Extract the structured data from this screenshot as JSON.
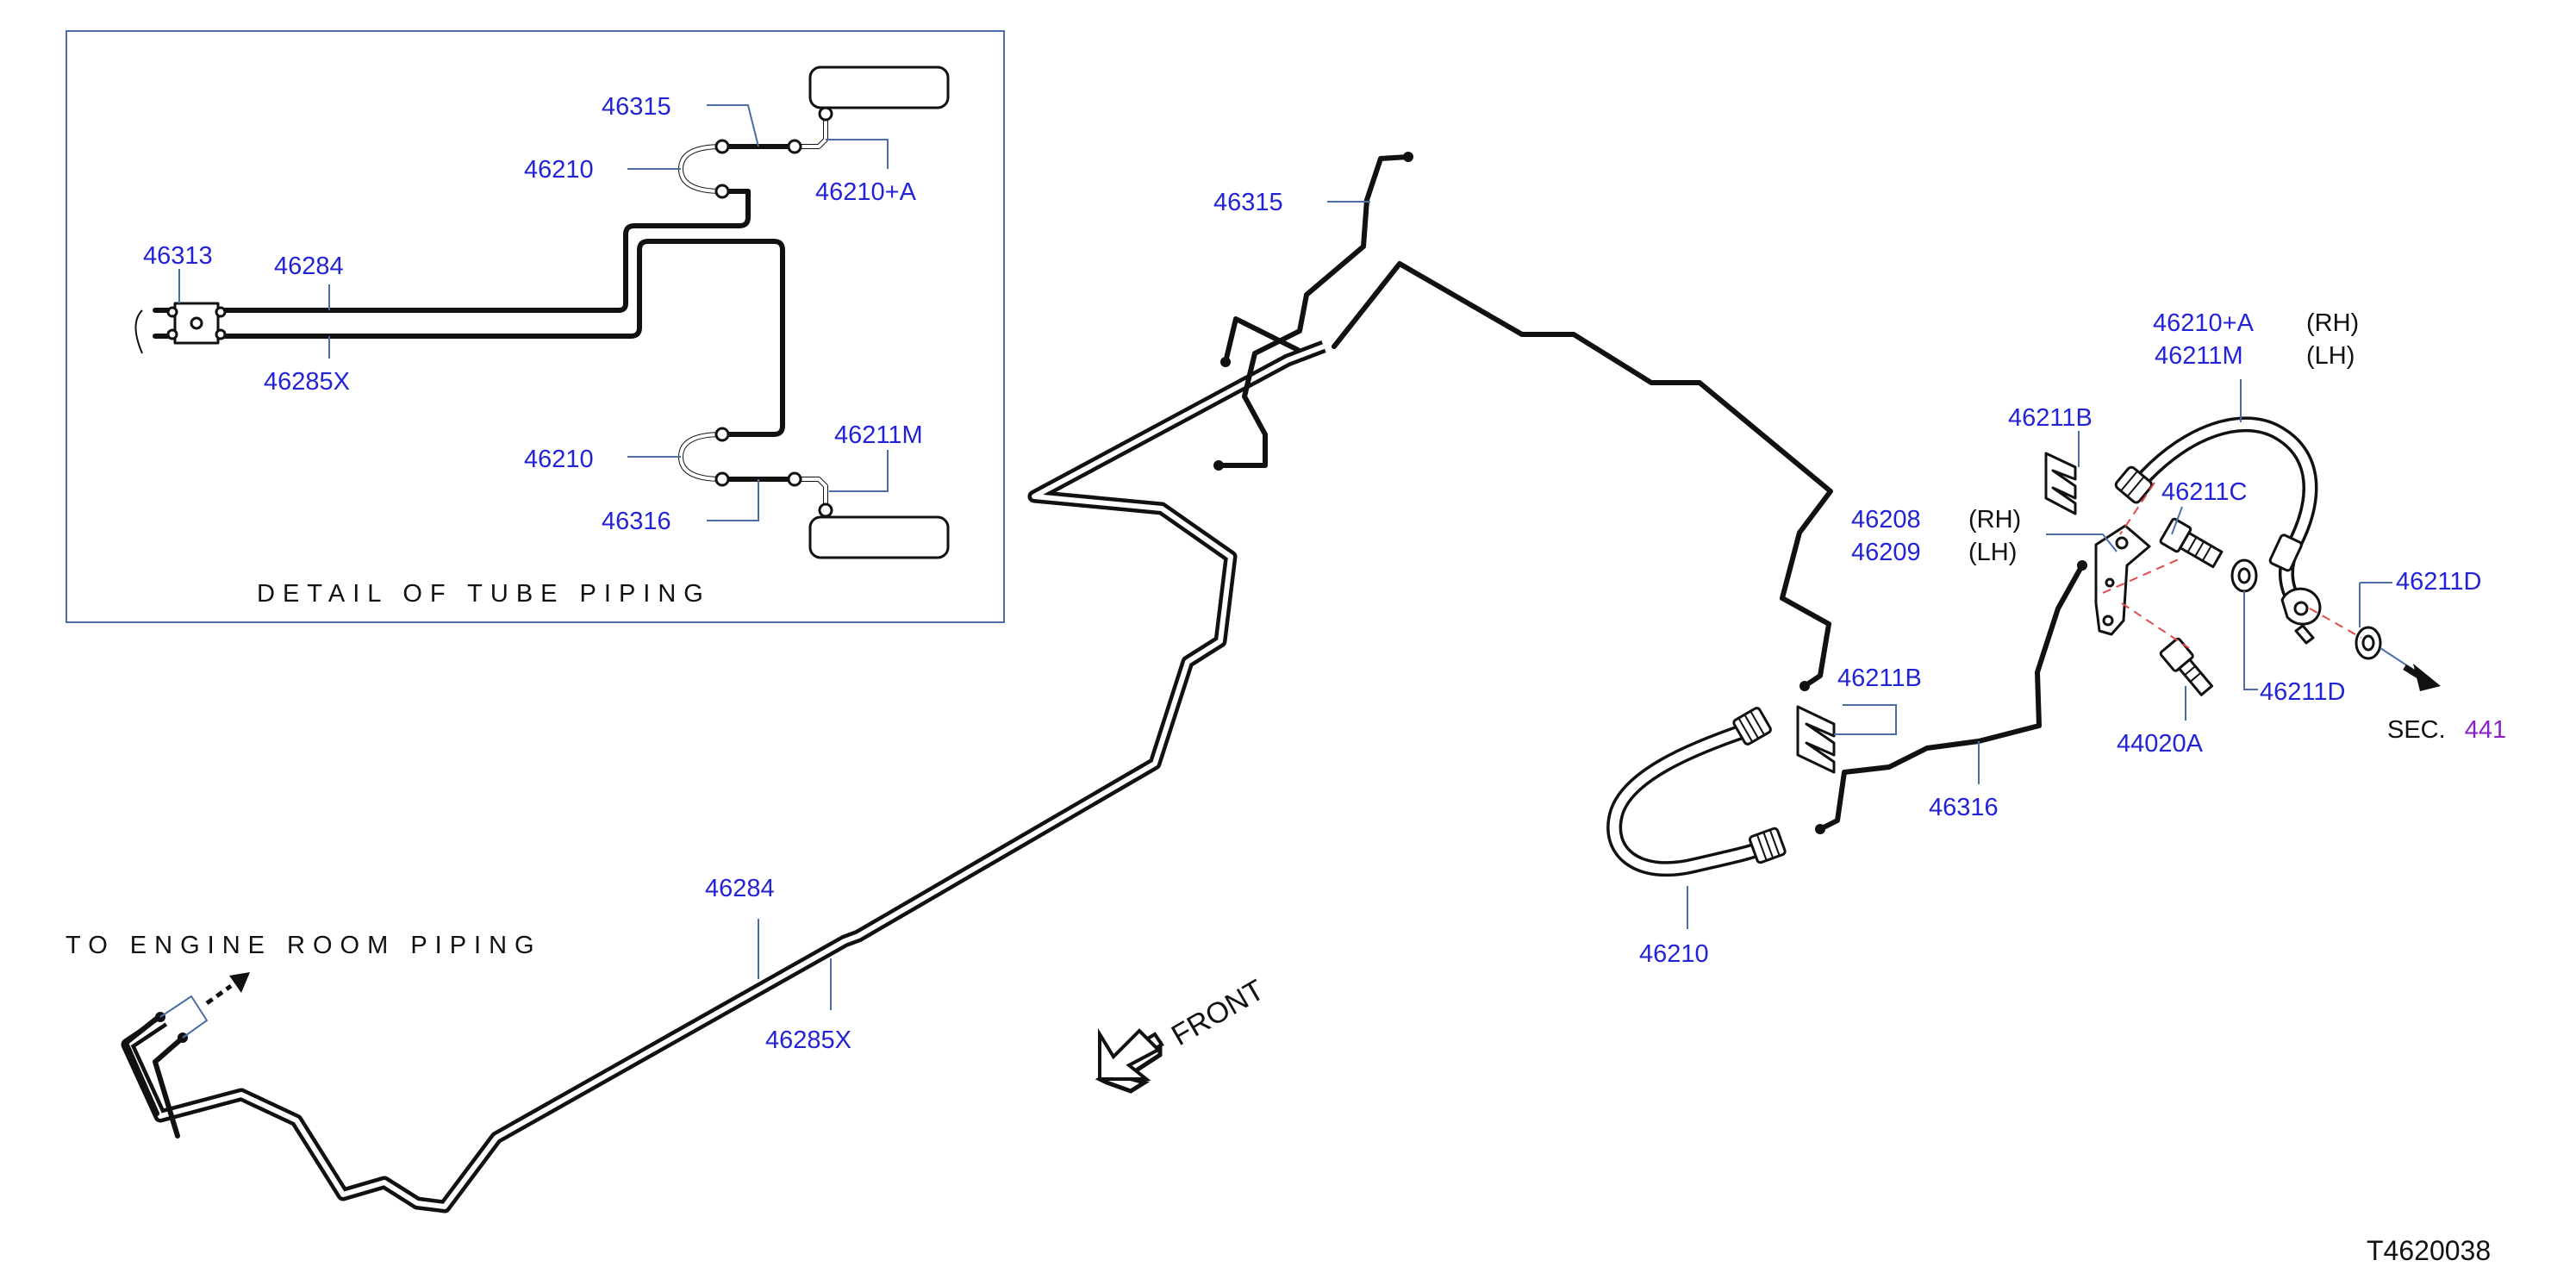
{
  "detail": {
    "caption": "DETAIL OF TUBE PIPING",
    "labels": {
      "p46315": "46315",
      "p46210_top": "46210",
      "p46210A": "46210+A",
      "p46313": "46313",
      "p46284": "46284",
      "p46285X": "46285X",
      "p46210_bot": "46210",
      "p46211M": "46211M",
      "p46316": "46316"
    }
  },
  "main": {
    "labels": {
      "p46315": "46315",
      "p46284": "46284",
      "p46285X": "46285X",
      "p46210": "46210",
      "p46316": "46316",
      "p46211B_top": "46211B",
      "p46211B_mid": "46211B",
      "p46208": "46208",
      "p46209": "46209",
      "rh1": "(RH)",
      "lh1": "(LH)",
      "p46210A": "46210+A",
      "p46211M": "46211M",
      "rh2": "(RH)",
      "lh2": "(LH)",
      "p46211C": "46211C",
      "p46211D_a": "46211D",
      "p46211D_b": "46211D",
      "p44020A": "44020A",
      "sec_prefix": "SEC.",
      "sec_number": "441"
    },
    "engine_room": "TO ENGINE ROOM PIPING",
    "front": "FRONT"
  },
  "diagram_code": "T4620038",
  "colors": {
    "part_number": "#2323d6",
    "section_ref": "#8a1fc4",
    "leader": "#4a6fa8",
    "detail_frame": "#4a6fa8",
    "pipe": "#111111",
    "dash": "#e04a4a"
  }
}
